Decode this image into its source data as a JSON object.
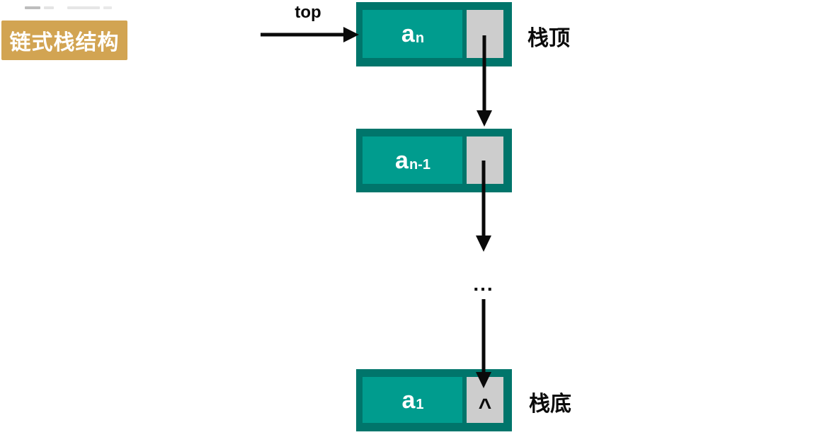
{
  "badge": {
    "label": "链式栈结构"
  },
  "pointer_label": "top",
  "labels": {
    "top_node": "栈顶",
    "bottom_node": "栈底"
  },
  "ellipsis": "...",
  "nodes": [
    {
      "base": "a",
      "sub": "n",
      "pointer": ""
    },
    {
      "base": "a",
      "sub": "n-1",
      "pointer": ""
    },
    {
      "base": "a",
      "sub": "1",
      "pointer": "^"
    }
  ],
  "colors": {
    "badge_bg": "#d2a452",
    "node_border": "#00756b",
    "node_data": "#009c8e",
    "pointer_box": "#cdcdcd",
    "arrow": "#0a0a0a"
  }
}
